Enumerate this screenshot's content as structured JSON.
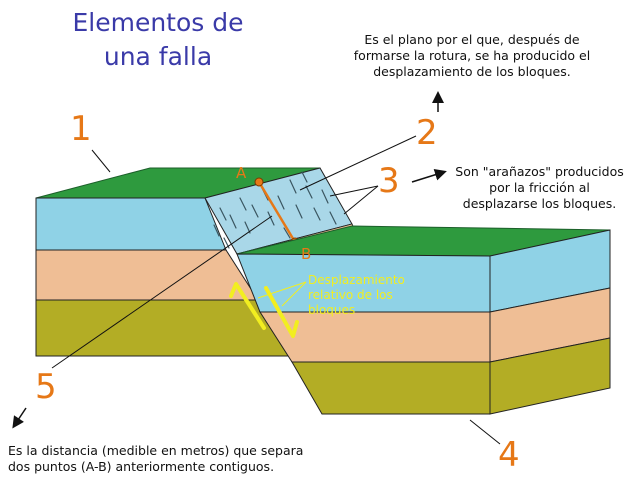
{
  "title_lines": [
    "Elementos de",
    "una falla"
  ],
  "notes": {
    "plane": [
      "Es el plano por el que, después de",
      "formarse la rotura, se ha producido el",
      "desplazamiento de los bloques."
    ],
    "scratches": [
      "Son \"arañazos\" producidos",
      "por la fricción al",
      "desplazarse los bloques."
    ],
    "distance": [
      "Es la distancia (medible en metros) que separa",
      "dos puntos (A-B)  anteriormente contiguos."
    ]
  },
  "numbers": {
    "n1": "1",
    "n2": "2",
    "n3": "3",
    "n4": "4",
    "n5": "5"
  },
  "points": {
    "a": "A",
    "b": "B"
  },
  "displacement_label": [
    "Desplazamiento",
    "relativo de los",
    "bloques"
  ],
  "colors": {
    "title": "#3a3aa8",
    "number": "#e67817",
    "grass": "#2e9a3e",
    "sky_layer": "#8fd2e6",
    "sand_layer": "#efbe95",
    "olive_layer": "#b3ad25",
    "fault_plane": "#a9d7e8",
    "displacement_text": "#f2ee20"
  }
}
